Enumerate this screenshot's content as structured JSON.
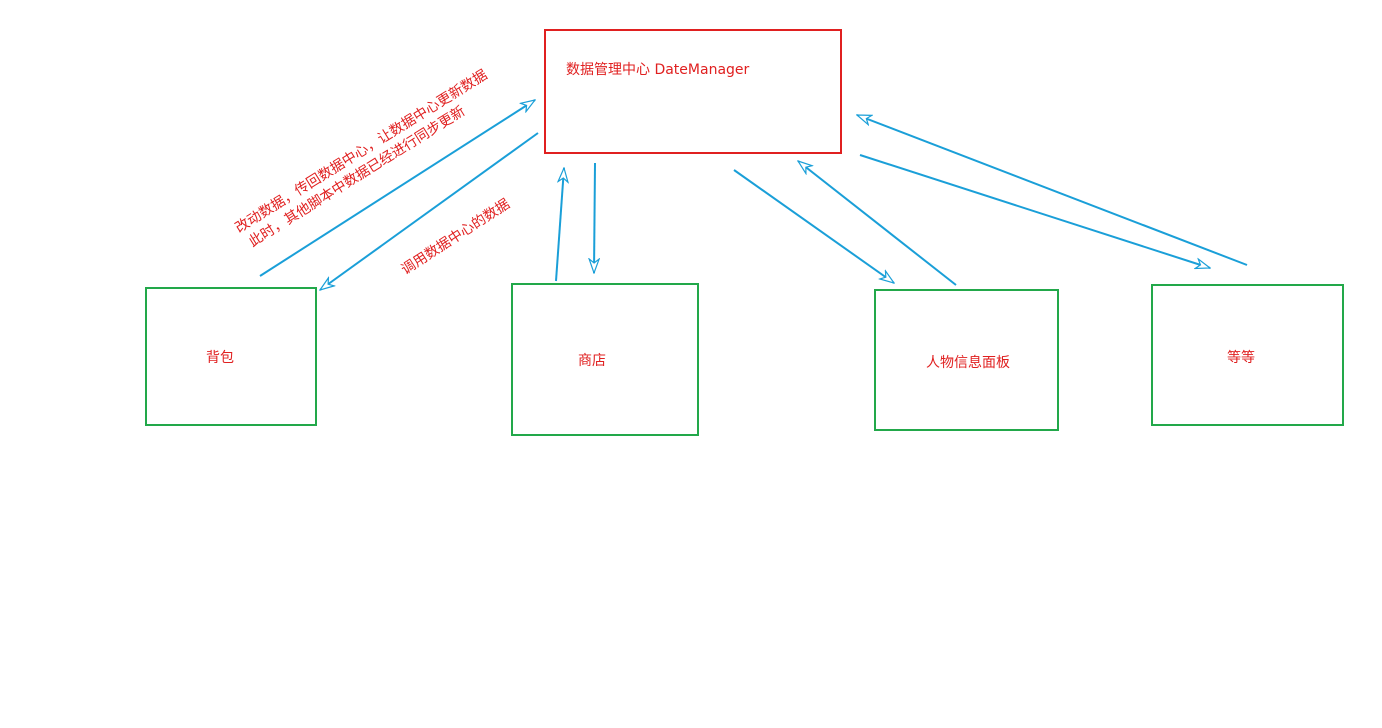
{
  "diagram": {
    "center": {
      "label": "数据管理中心  DateManager"
    },
    "modules": [
      {
        "id": "bag",
        "label": "背包"
      },
      {
        "id": "shop",
        "label": "商店"
      },
      {
        "id": "character",
        "label": "人物信息面板"
      },
      {
        "id": "etc",
        "label": "等等"
      }
    ],
    "notes": {
      "modify_line1": "改动数据，传回数据中心，让数据中心更新数据",
      "modify_line2": "此时，其他脚本中数据已经进行同步更新",
      "call": "调用数据中心的数据"
    },
    "colors": {
      "center_border": "#e02020",
      "module_border": "#22a84a",
      "arrow": "#1a9fd8",
      "text": "#e02020"
    }
  }
}
